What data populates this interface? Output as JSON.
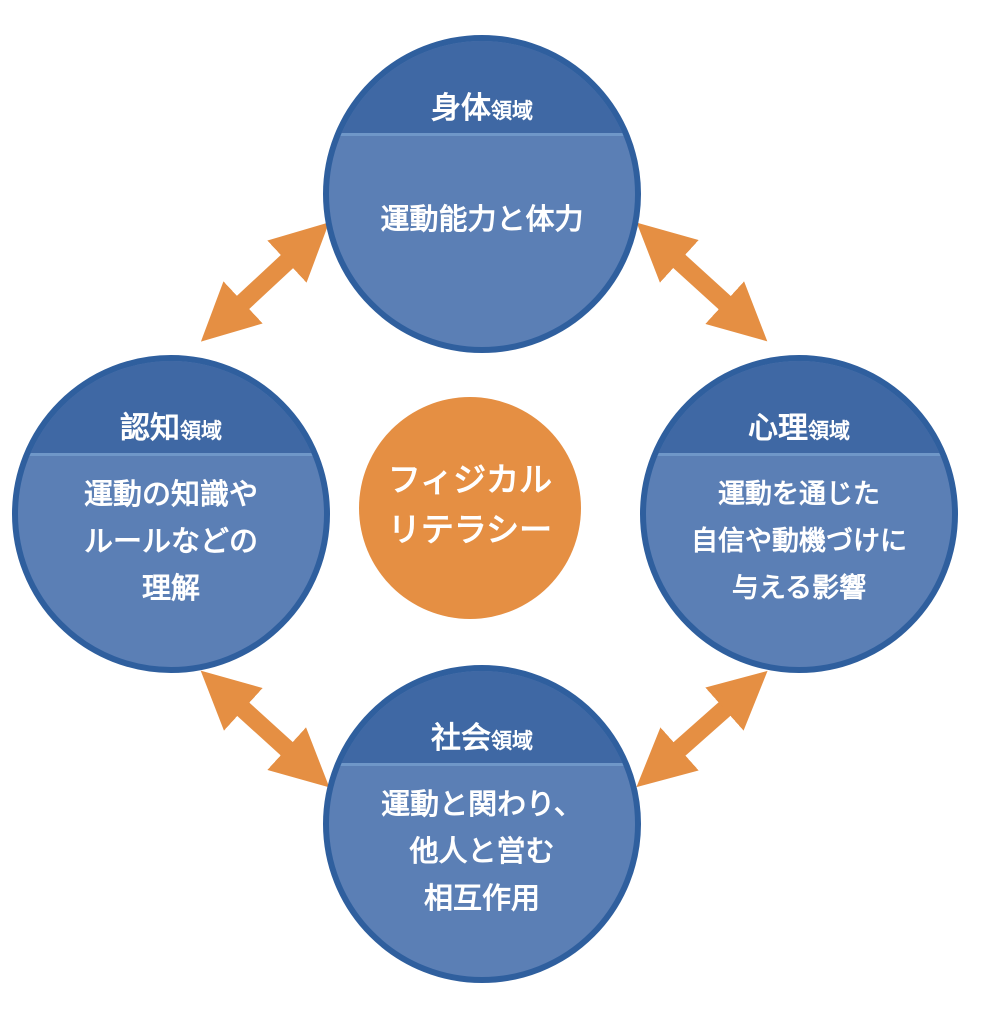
{
  "center": {
    "line1": "フィジカル",
    "line2": "リテラシー"
  },
  "domains": {
    "physical": {
      "title": "身体",
      "suffix": "領域",
      "lines": [
        "運動能力と体力"
      ]
    },
    "cognitive": {
      "title": "認知",
      "suffix": "領域",
      "lines": [
        "運動の知識や",
        "ルールなどの",
        "理解"
      ]
    },
    "psychological": {
      "title": "心理",
      "suffix": "領域",
      "lines": [
        "運動を通じた",
        "自信や動機づけに",
        "与える影響"
      ]
    },
    "social": {
      "title": "社会",
      "suffix": "領域",
      "lines": [
        "運動と関わり、",
        "他人と営む",
        "相互作用"
      ]
    }
  },
  "colors": {
    "circle_fill": "#5b7fb5",
    "circle_border": "#2f5f9e",
    "header_band": "#3f68a4",
    "center_fill": "#e58f43",
    "arrow": "#e58f43"
  }
}
